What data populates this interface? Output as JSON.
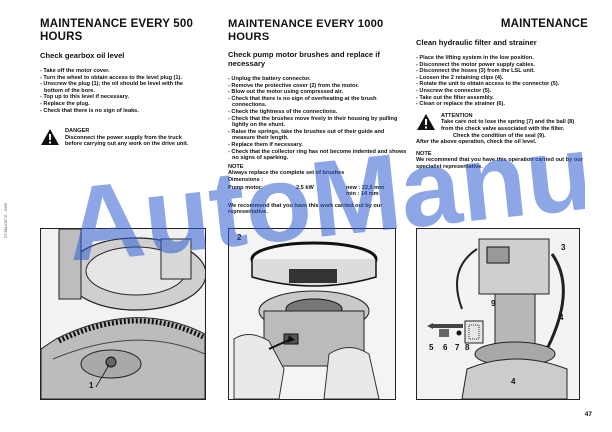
{
  "side_code": "ST-EM-0307-E - 0305",
  "page_number": "47",
  "watermark_text": "AutoManual",
  "section_title": "MAINTENANCE",
  "col1": {
    "title": "MAINTENANCE EVERY 500 HOURS",
    "heading": "Check gearbox oil level",
    "steps": [
      "Take off the motor cover.",
      "Turn the wheel to obtain access to the level plug (1).",
      "Unscrew the plug (1); the oil should be level with the bottom of the bore.",
      "Top up to this level if necessary.",
      "Replace the plug.",
      "Check that there is no sign of leaks."
    ],
    "warning_title": "DANGER",
    "warning_text": "Disconnect the power supply from the truck before carrying out any work on the drive unit."
  },
  "col2": {
    "title": "MAINTENANCE EVERY 1000 HOURS",
    "heading": "Check pump motor brushes and replace if necessary",
    "steps": [
      "Unplug the battery connector.",
      "Remove the protective cover (2) from the motor.",
      "Blow out the motor using compressed air.",
      "Check that there is no sign of overheating at the brush connections.",
      "Check the tightness of the connections.",
      "Check that the brushes move freely in their housing by pulling lightly on the shunt.",
      "Raise the springs, take the brushes out of their guide and measure their length.",
      "Replace them if necessary.",
      "Check that the collector ring has not become indented and shows no signs of sparking."
    ],
    "note_title": "NOTE",
    "note_text": "Always replace the complete set of brushes",
    "dims_label": "Dimensions :",
    "pump_label": "Pump motor:",
    "pump_power": "2,5 kW",
    "dim_new": "new : 22,5 mm",
    "dim_min": "min : 14 mm",
    "recommend": "We recommend that you have this work carried out by our representative."
  },
  "col3": {
    "heading": "Clean hydraulic filter and strainer",
    "steps": [
      "Place the lifting system in the low position.",
      "Disconnect the motor power supply cables.",
      "Disconnect the hoses (3) from the LSL unit.",
      "Loosen the 2 retaining clips (4).",
      "Rotate the unit to obtain access to the connector (5).",
      "Unscrew the connector (5).",
      "Take out the filter assembly.",
      "Clean or replace the strainer (6)."
    ],
    "attention_title": "ATTENTION",
    "attention_text": "Take care not to lose the spring (7) and the ball (8) from the check valve associated with the filter.",
    "attention_text2": "Check the condition of the seal (9).",
    "after_text": "After the above operation, check the oil level.",
    "note_title": "NOTE",
    "note_text": "We recommend that you have this operation carried out by our specialist representative."
  },
  "fig1": {
    "callout": "1"
  },
  "fig2": {
    "callout": "2"
  },
  "fig3": {
    "callouts": [
      "3",
      "4",
      "5",
      "6",
      "7",
      "8",
      "9",
      "4"
    ]
  }
}
